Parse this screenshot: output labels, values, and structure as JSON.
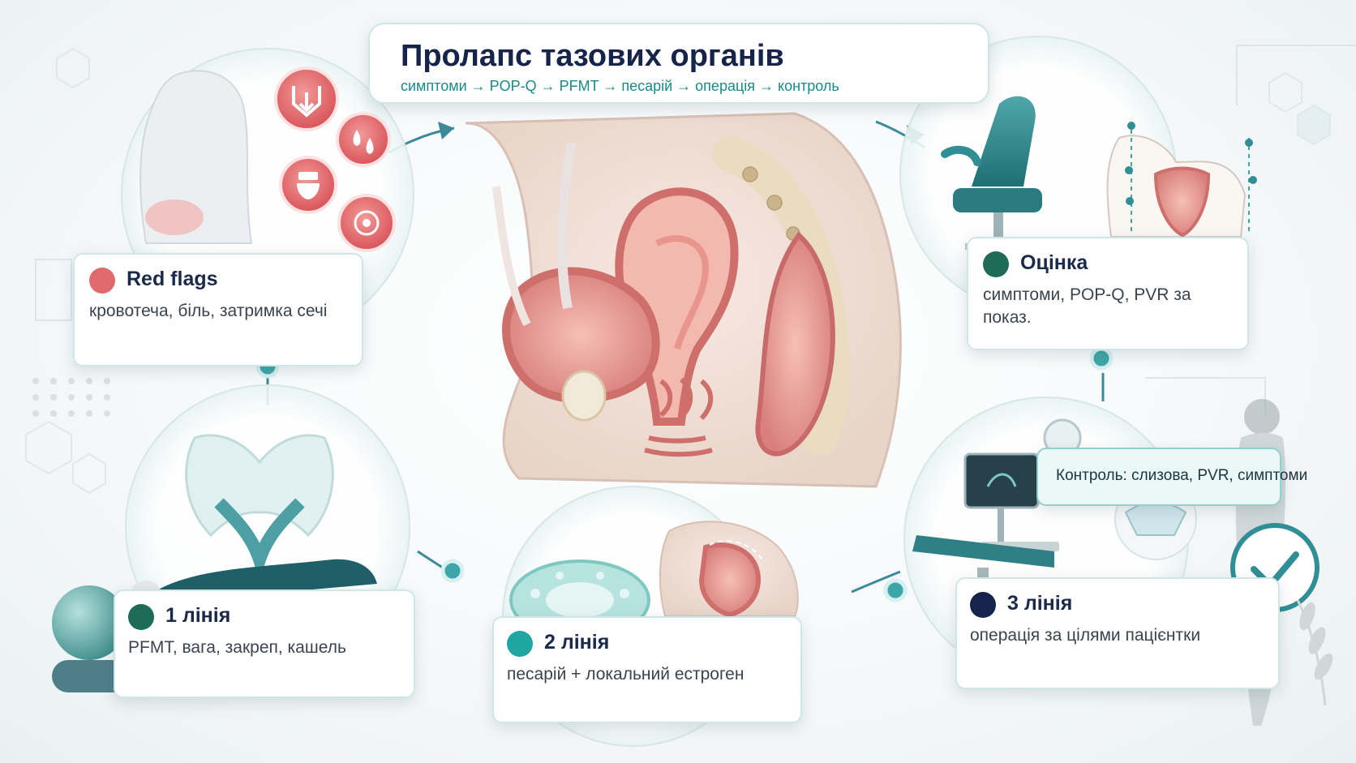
{
  "title": {
    "heading": "Пролапс тазових органів",
    "flow": "симптоми → POP-Q → PFMT → песарій → операція → контроль"
  },
  "cards": {
    "red_flags": {
      "label": "Red flags",
      "text": "кровотеча, біль, затримка сечі",
      "color": "#e06b6f"
    },
    "assessment": {
      "label": "Оцінка",
      "text": "симптоми, POP-Q, PVR за показ.",
      "color": "#1e6b5a"
    },
    "line1": {
      "label": "1 лінія",
      "text": "PFMT, вага, закреп, кашель",
      "color": "#1e6b5a"
    },
    "line2": {
      "label": "2 лінія",
      "text": "песарій + локальний естроген",
      "color": "#1fa5a2"
    },
    "line3": {
      "label": "3 лінія",
      "text": "операція за цілями пацієнтки",
      "color": "#16234a"
    }
  },
  "control": {
    "text": "Контроль: слизова, PVR, симптоми"
  },
  "palette": {
    "teal": "#2f8f94",
    "teal_light": "#6cc7c2",
    "pink": "#e98a8c",
    "navy": "#16234a"
  },
  "icons": [
    "prolapse-arrow-icon",
    "droplets-icon",
    "toilet-icon",
    "pain-target-icon",
    "exercise-ball-icon",
    "pessary-ring-icon",
    "exam-chair-icon",
    "surgery-monitor-icon",
    "laurel-icon",
    "check-circle-icon"
  ]
}
